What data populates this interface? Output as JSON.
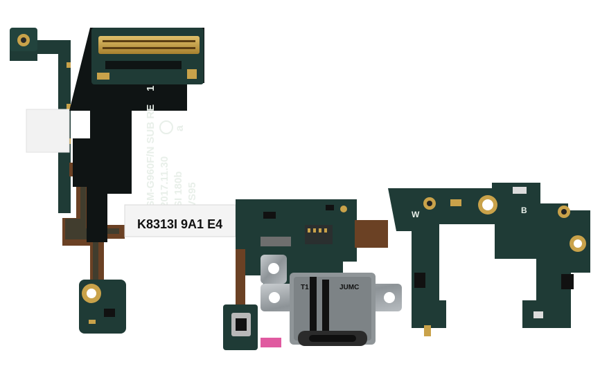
{
  "photo": {
    "silkscreen": {
      "model": "SM-G960F/N SUB RE",
      "rev_suffix": "1",
      "date": "2017.11.30",
      "code": "SI 180b",
      "vs": "VS95",
      "mark_a": "a",
      "mark_b": "B",
      "mark_w": "W",
      "usb_mark_left": "T1",
      "usb_mark_right": "JUMC"
    },
    "sticker": {
      "text": "K8313I 9A1 E4"
    },
    "colors": {
      "background": "#ffffff",
      "pcb": "#1f3b36",
      "flex": "#0f1414",
      "copper": "#7a4a2a",
      "gold": "#c9a24a",
      "usb_metal": "#9aa0a4"
    }
  }
}
